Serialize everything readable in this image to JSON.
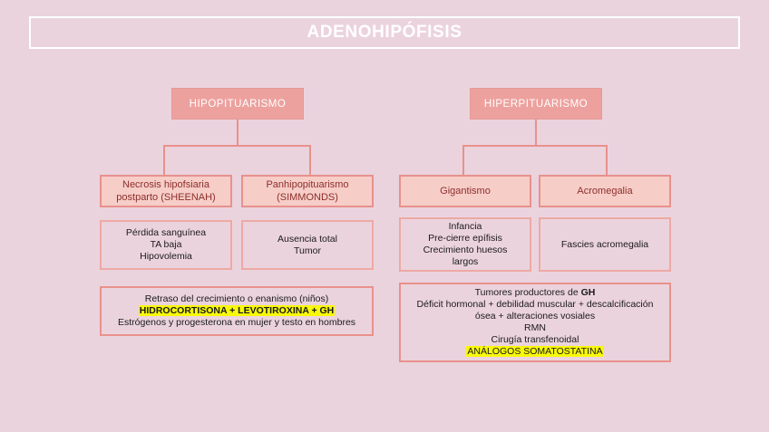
{
  "header": {
    "title": "ADENOHIPÓFISIS"
  },
  "colors": {
    "background": "#ebd3dd",
    "level1_fill": "#eda19e",
    "level2_fill": "#f7cdc8",
    "border": "#e8918c",
    "level2_text": "#8c2f2a",
    "highlight": "#f8f80a",
    "title_text": "#ffffff"
  },
  "branches": {
    "left": {
      "root": "HIPOPITUARISMO",
      "children": [
        {
          "name": "Necrosis hipofsiaria postparto (SHEENAH)",
          "name_lines": [
            "Necrosis hipofsiaria",
            "postparto (SHEENAH)"
          ],
          "features": [
            "Pérdida sanguínea",
            "TA baja",
            "Hipovolemia"
          ]
        },
        {
          "name": "Panhipopituarismo (SIMMONDS)",
          "name_lines": [
            "Panhipopituarismo",
            "(SIMMONDS)"
          ],
          "features": [
            "Ausencia total",
            "Tumor"
          ]
        }
      ],
      "treatment": {
        "line1": "Retraso del crecimiento o enanismo (niños)",
        "line2_highlight": "HIDROCORTISONA + LEVOTIROXINA + GH",
        "line3": "Estrógenos y progesterona en mujer y testo en hombres"
      }
    },
    "right": {
      "root": "HIPERPITUARISMO",
      "children": [
        {
          "name": "Gigantismo",
          "name_lines": [
            "Gigantismo"
          ],
          "features": [
            "Infancia",
            "Pre-cierre epífisis",
            "Crecimiento huesos",
            "largos"
          ]
        },
        {
          "name": "Acromegalia",
          "name_lines": [
            "Acromegalia"
          ],
          "features": [
            "Fascies acromegalia"
          ]
        }
      ],
      "treatment": {
        "line1_prefix": "Tumores productores de ",
        "line1_bold": "GH",
        "line2": "Déficit hormonal + debilidad muscular + descalcificación",
        "line3": "ósea + alteraciones vosiales",
        "line4": "RMN",
        "line5": "Cirugía transfenoidal",
        "line6_highlight": "ANÁLOGOS SOMATOSTATINA"
      }
    }
  }
}
